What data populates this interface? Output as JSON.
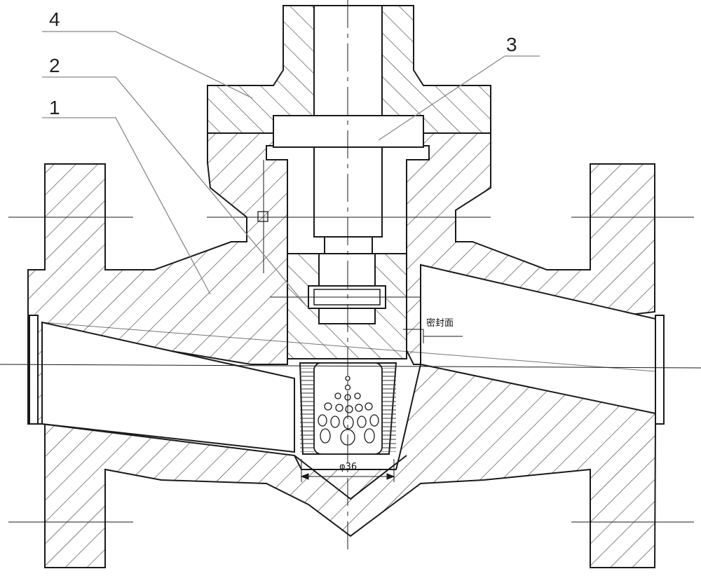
{
  "callouts": [
    {
      "id": "1",
      "text": "1"
    },
    {
      "id": "2",
      "text": "2"
    },
    {
      "id": "3",
      "text": "3"
    },
    {
      "id": "4",
      "text": "4"
    }
  ],
  "annotations": {
    "seal_face": "密封面",
    "diameter": "φ36"
  },
  "colors": {
    "line": "#1a1a1a",
    "hatch": "#444444",
    "leader": "#888888",
    "background": "#ffffff"
  }
}
